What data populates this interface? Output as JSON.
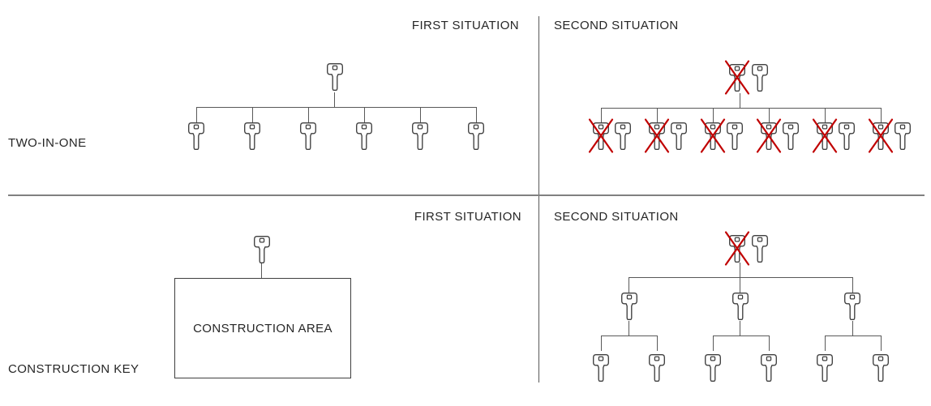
{
  "colors": {
    "background": "#ffffff",
    "text": "#262626",
    "connector": "#595959",
    "divider_vertical": "#595959",
    "divider_horizontal": "#808080",
    "key_stroke": "#3f3f3f",
    "key_fill": "#ffffff",
    "cross": "#c00000"
  },
  "headers": {
    "first": "FIRST SITUATION",
    "second": "SECOND SITUATION"
  },
  "rows": {
    "two_in_one": {
      "label": "TWO-IN-ONE",
      "first_situation": {
        "header": "FIRST SITUATION",
        "root_keys": [
          "key"
        ],
        "children": [
          [
            "key"
          ],
          [
            "key"
          ],
          [
            "key"
          ],
          [
            "key"
          ],
          [
            "key"
          ],
          [
            "key"
          ]
        ]
      },
      "second_situation": {
        "header": "SECOND SITUATION",
        "root_keys": [
          "crossed-key",
          "key"
        ],
        "children": [
          [
            "crossed-key",
            "key"
          ],
          [
            "crossed-key",
            "key"
          ],
          [
            "crossed-key",
            "key"
          ],
          [
            "crossed-key",
            "key"
          ],
          [
            "crossed-key",
            "key"
          ],
          [
            "crossed-key",
            "key"
          ]
        ]
      }
    },
    "construction_key": {
      "label": "CONSTRUCTION KEY",
      "first_situation": {
        "header": "FIRST SITUATION",
        "root_keys": [
          "key"
        ],
        "box_label": "CONSTRUCTION AREA"
      },
      "second_situation": {
        "header": "SECOND SITUATION",
        "root_keys": [
          "crossed-key",
          "key"
        ],
        "mid_keys": [
          "key",
          "key",
          "key"
        ],
        "leaf_keys": [
          "key",
          "key",
          "key",
          "key",
          "key",
          "key"
        ]
      }
    }
  },
  "icons": {
    "key": "key-icon",
    "crossed_key": "crossed-out-key-icon"
  }
}
